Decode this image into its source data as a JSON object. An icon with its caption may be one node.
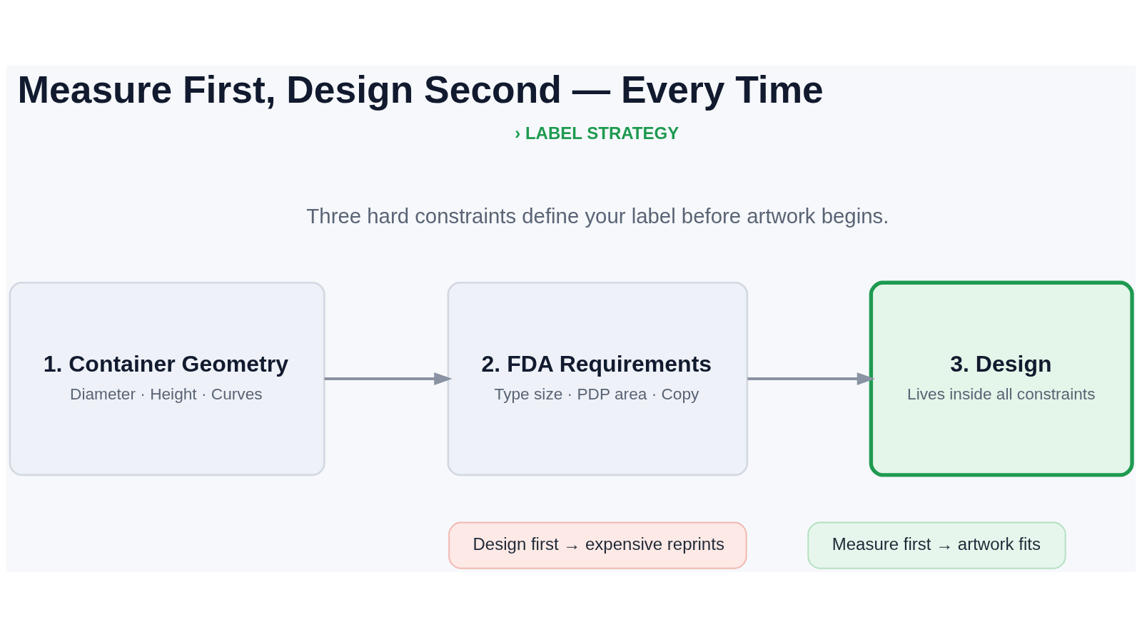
{
  "diagram": {
    "title": "Measure First, Design Second — Every Time",
    "nodes": [
      {
        "text": [
          "1. Container Geometry",
          "Diameter · Height · Curves"
        ]
      },
      {
        "text": [
          "2. FDA Requirements",
          "Type size · PDP area · Copy"
        ]
      },
      {
        "text": [
          "3. Design",
          "Lives inside all constraints"
        ]
      },
      {
        "text": [
          "Design first → expensive reprints"
        ]
      },
      {
        "text": [
          "Measure first → artwork fits"
        ]
      }
    ],
    "edges": [
      {
        "from": 0,
        "to": 1,
        "arrow": "to"
      },
      {
        "from": 1,
        "to": 2,
        "arrow": "to"
      }
    ],
    "labels": [
      "› LABEL STRATEGY",
      "Three hard constraints define your label before artwork begins."
    ]
  }
}
